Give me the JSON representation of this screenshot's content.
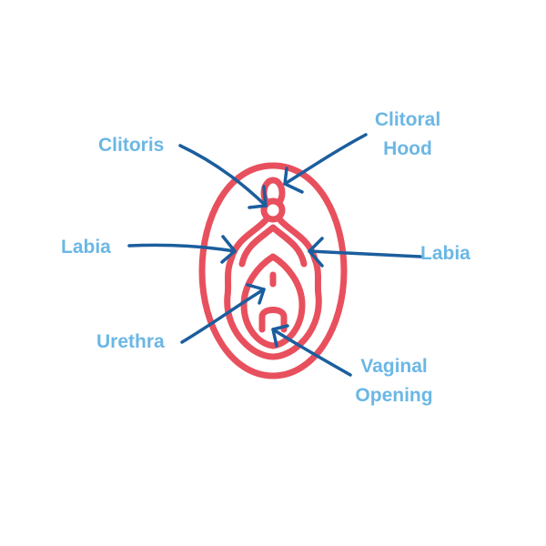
{
  "colors": {
    "anatomy": "#e8505e",
    "arrow": "#1b5e9e",
    "label": "#6bb7e5"
  },
  "labels": {
    "clitoris": "Clitoris",
    "clitoral_hood_1": "Clitoral",
    "clitoral_hood_2": "Hood",
    "labia_left": "Labia",
    "labia_right": "Labia",
    "urethra": "Urethra",
    "vaginal_opening_1": "Vaginal",
    "vaginal_opening_2": "Opening"
  }
}
